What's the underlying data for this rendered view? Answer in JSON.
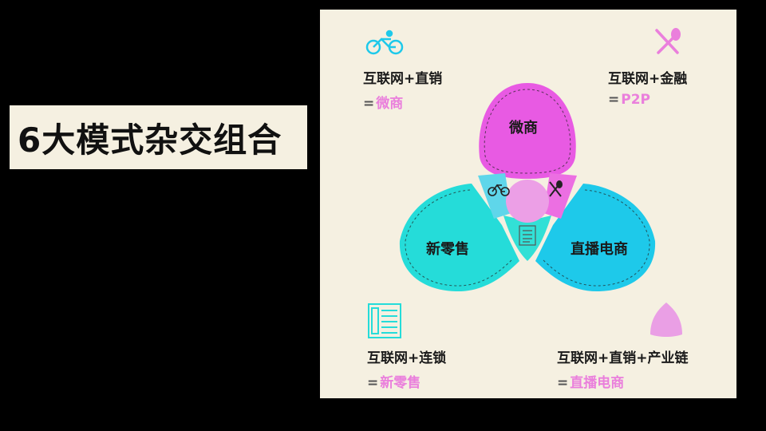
{
  "title": "6大模式杂交组合",
  "petals": {
    "top": "微商",
    "left": "新零售",
    "right": "直播电商"
  },
  "corners": {
    "top_left": {
      "formula": "互联网+直销",
      "result": "微商",
      "icon": "bicycle-icon"
    },
    "top_right": {
      "formula": "互联网+金融",
      "result": "P2P",
      "icon": "fork-spoon-icon"
    },
    "bottom_left": {
      "formula": "互联网+连锁",
      "result": "新零售",
      "icon": "document-icon"
    },
    "bottom_right": {
      "formula": "互联网+直销+产业链",
      "result": "直播电商",
      "icon": "reuleaux-triangle-icon"
    }
  },
  "equals_sign": "=",
  "colors": {
    "magenta": "#e85ae3",
    "turquoise": "#25dcd9",
    "cyan": "#1ec9ea",
    "pink": "#ea7fdc",
    "panel": "#f5f0e1"
  }
}
